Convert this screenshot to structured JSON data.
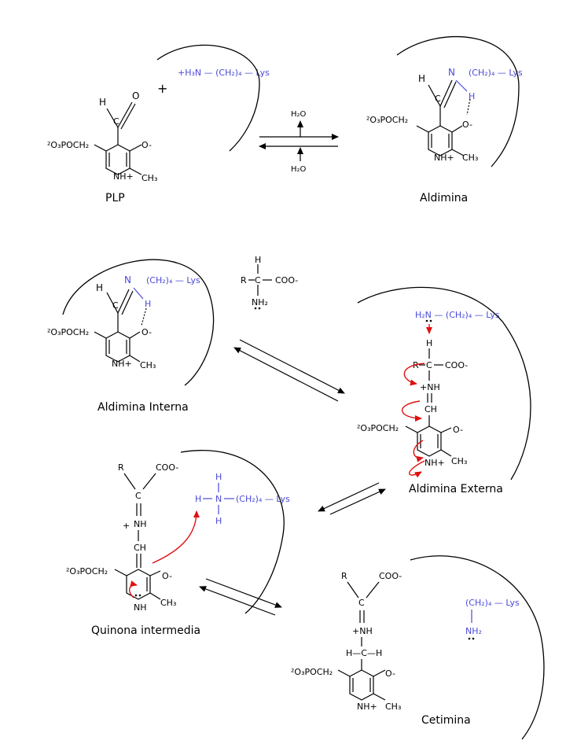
{
  "labels": {
    "plp": "PLP",
    "aldimina": "Aldimina",
    "aldimina_interna": "Aldimina Interna",
    "aldimina_externa": "Aldimina Externa",
    "quinona": "Quinona intermedia",
    "cetimina": "Cetimina"
  },
  "reagents": {
    "water_top": "H₂O",
    "water_bottom": "H₂O",
    "plus": "+"
  },
  "lysine": {
    "protonated_amine": "+H₃N — (CH₂)₄ — Lys",
    "free_amine": "H₂N — (CH₂)₄ — Lys",
    "chain": "(CH₂)₄ — Lys",
    "nh2": "NH₂"
  },
  "atoms": {
    "phosphate": "²O₃POCH₂",
    "nh_plus": "NH+",
    "nh": "NH",
    "ch3": "CH₃",
    "o_minus": "O-",
    "coo_minus": "COO-",
    "r": "R",
    "c": "C",
    "h": "H",
    "o": "O",
    "n": "N",
    "ch": "CH",
    "plus_nh": "+NH",
    "ch2_bridge": "H—C—H"
  },
  "colors": {
    "enzyme_text": "#4a4ad8",
    "electron_arrows": "#e01010",
    "ink": "#000000"
  }
}
